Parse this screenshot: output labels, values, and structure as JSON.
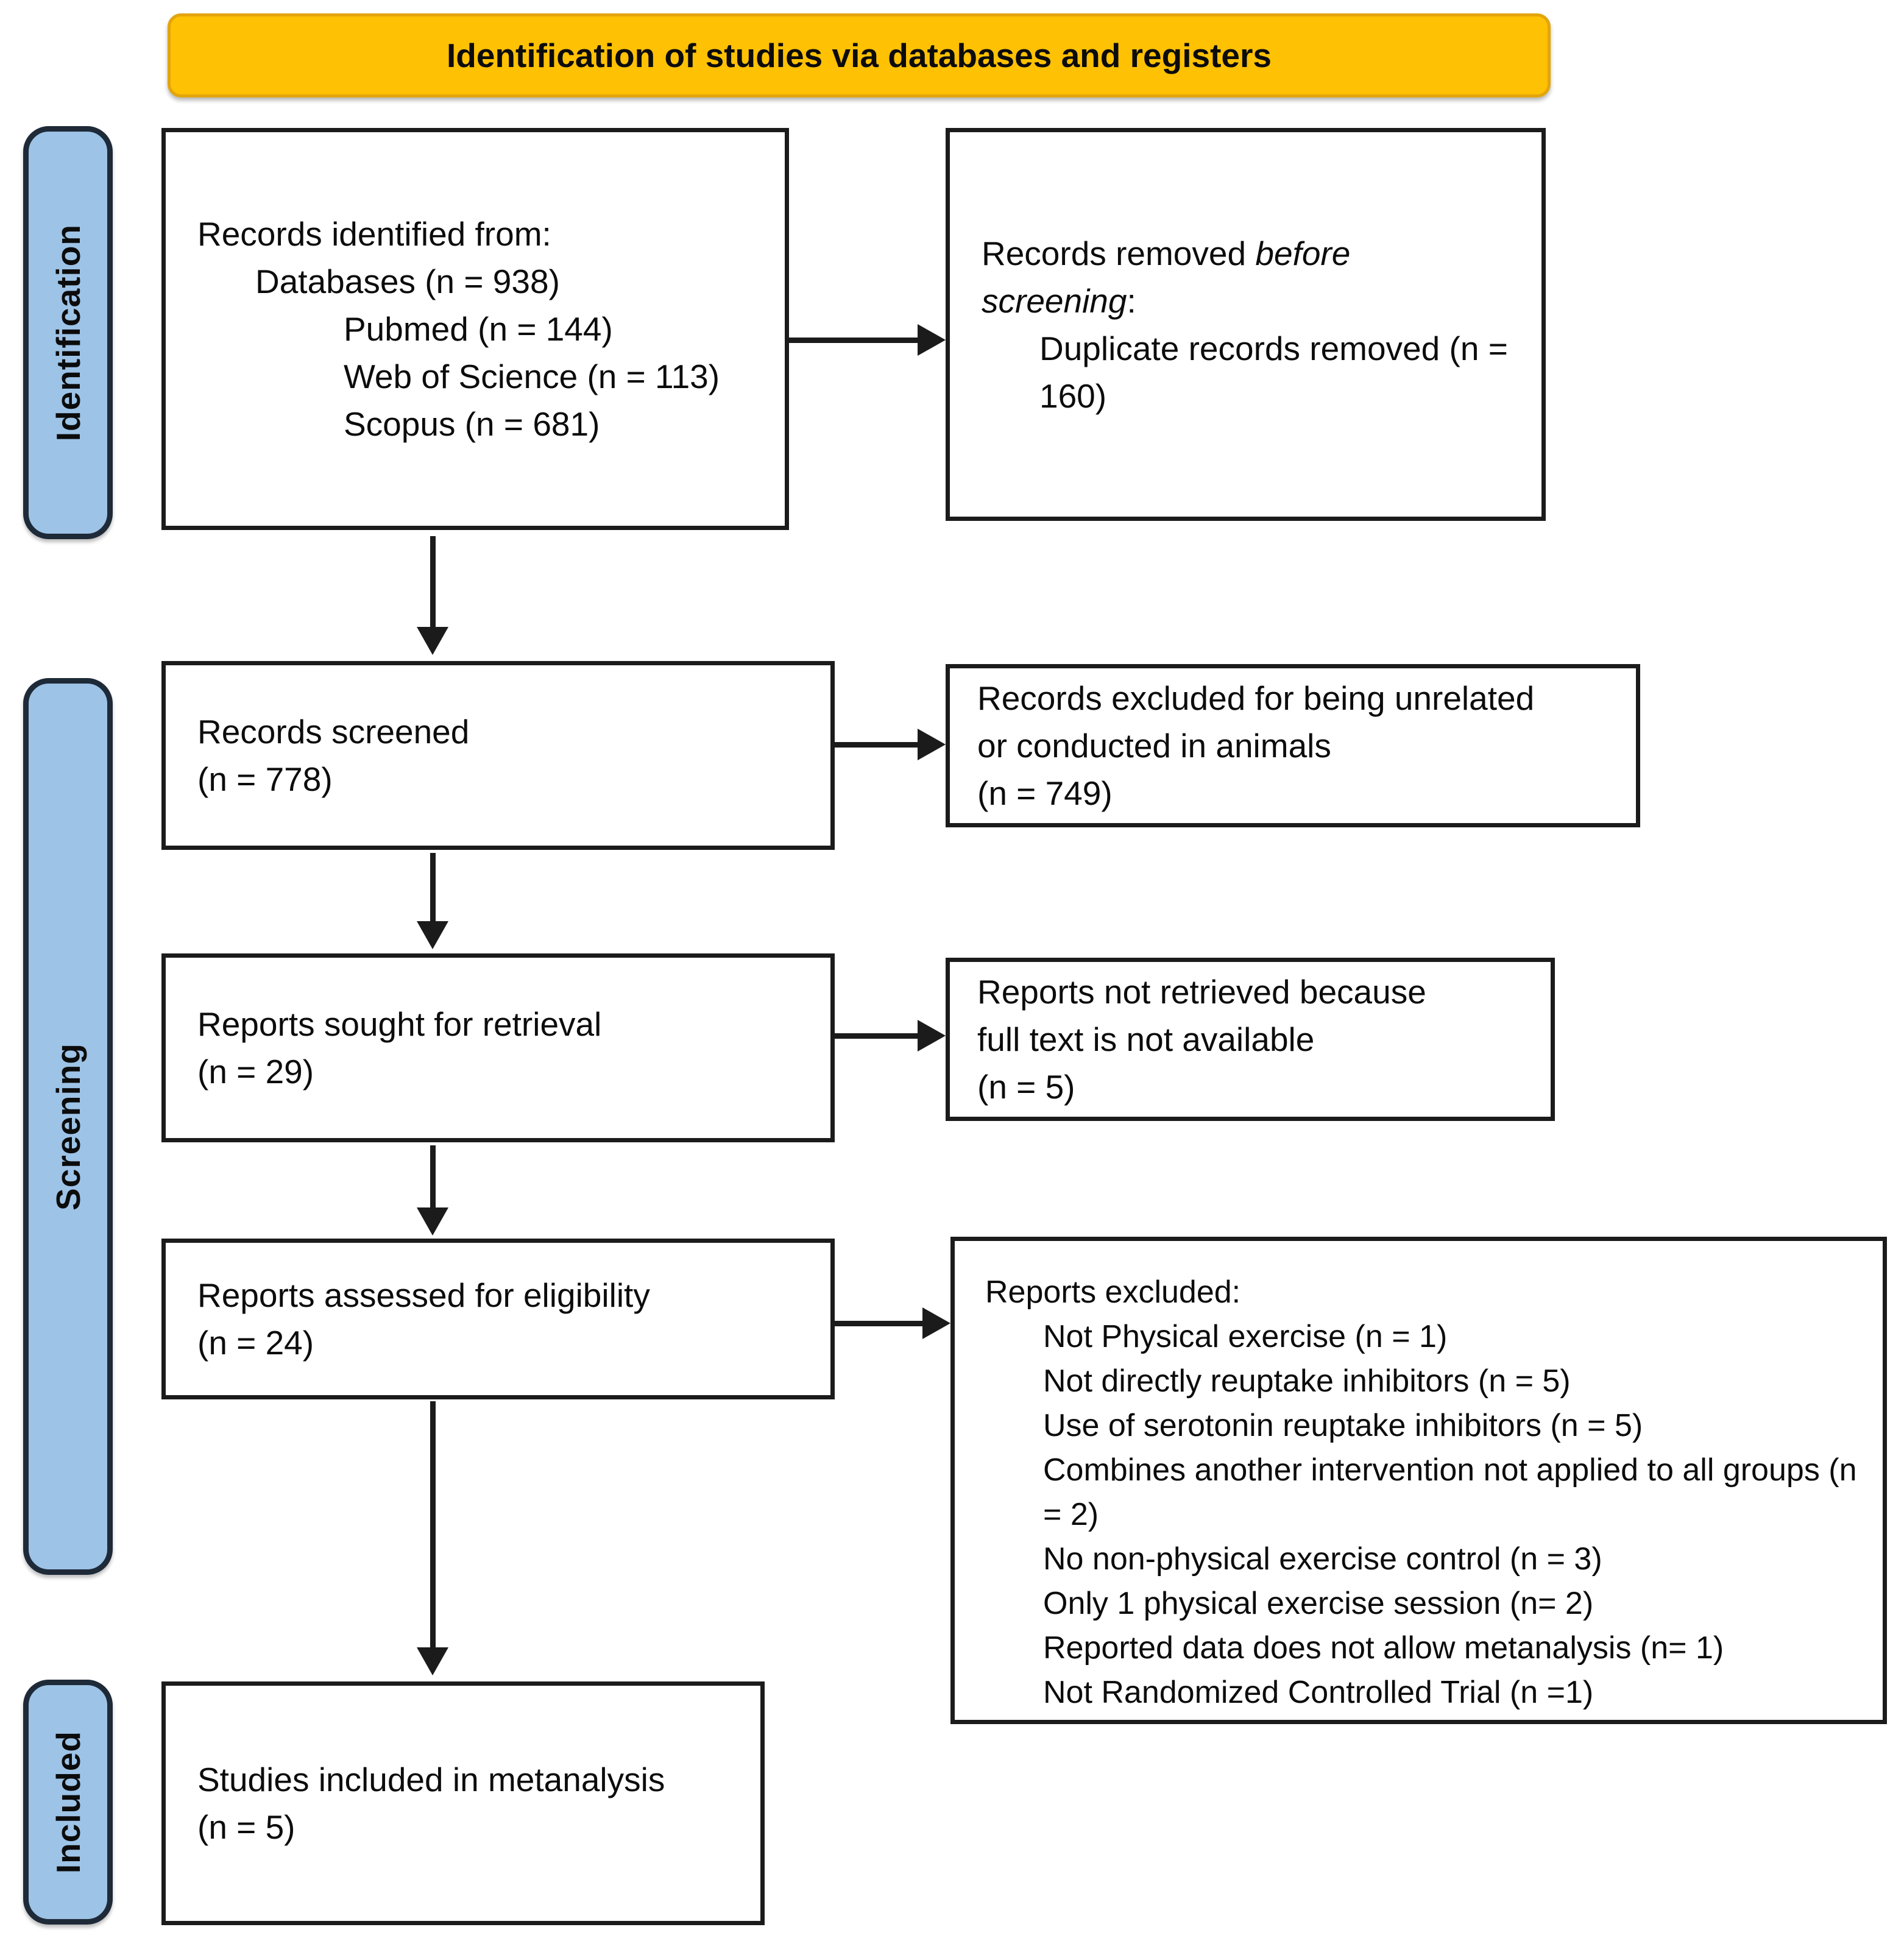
{
  "banner": {
    "title": "Identification of studies via databases and registers"
  },
  "sidebar": {
    "identification": "Identification",
    "screening": "Screening",
    "included": "Included"
  },
  "boxes": {
    "identified": {
      "title": "Records identified from:",
      "databases": "Databases (n = 938)",
      "pubmed": "Pubmed (n = 144)",
      "web_of_science": "Web of Science (n = 113)",
      "scopus": "Scopus (n = 681)"
    },
    "removed": {
      "l1_normal": "Records removed ",
      "l1_italic": "before screening",
      "l1_colon": ":",
      "duplicates": "Duplicate records removed (n = 160)"
    },
    "screened": {
      "line1": "Records screened",
      "line2": "(n = 778)"
    },
    "excluded_screening": {
      "line1": "Records excluded for being unrelated",
      "line2": "or conducted in animals",
      "line3": "(n = 749)"
    },
    "sought": {
      "line1": "Reports sought for retrieval",
      "line2": "(n = 29)"
    },
    "not_retrieved": {
      "line1": "Reports not retrieved because",
      "line2": "full text is not available",
      "line3": "(n = 5)"
    },
    "assessed": {
      "line1": "Reports assessed for eligibility",
      "line2": "(n = 24)"
    },
    "excluded_eligibility": {
      "title": "Reports excluded:",
      "items": [
        "Not Physical exercise (n = 1)",
        "Not directly reuptake inhibitors (n = 5)",
        "Use of serotonin reuptake inhibitors (n = 5)",
        "Combines another intervention not applied to all groups (n = 2)",
        "No non-physical exercise control (n = 3)",
        "Only 1 physical exercise session (n= 2)",
        "Reported data does not allow metanalysis (n= 1)",
        "Not Randomized Controlled Trial (n =1)"
      ]
    },
    "included_box": {
      "line1": "Studies included in metanalysis",
      "line2": "(n = 5)"
    }
  },
  "colors": {
    "banner_fill": "#FFC103",
    "banner_border": "#E2A50C",
    "stage_fill": "#9DC3E6",
    "stage_border": "#1E2A38",
    "box_border": "#1B1B1B",
    "arrow": "#1B1B1B"
  }
}
